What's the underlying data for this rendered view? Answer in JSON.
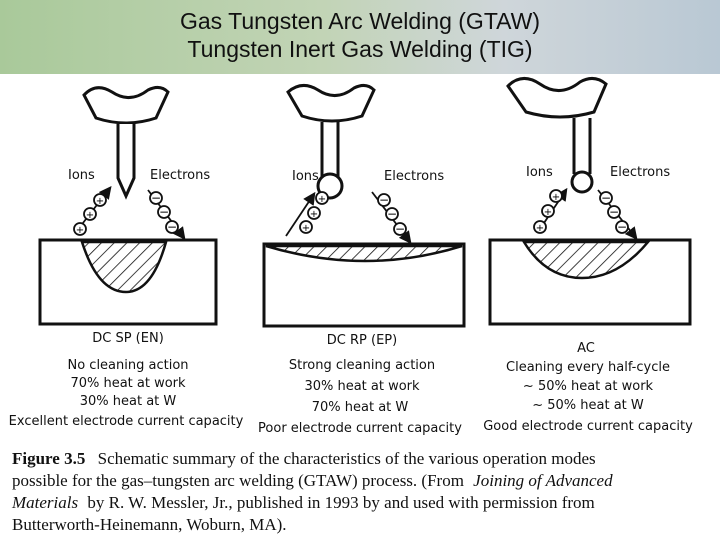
{
  "header": {
    "title_line1": "Gas Tungsten Arc Welding (GTAW)",
    "title_line2": "Tungsten Inert Gas Welding (TIG)"
  },
  "panels": [
    {
      "ions_label": "Ions",
      "electrons_label": "Electrons",
      "mode_label": "DC SP (EN)",
      "lines": [
        "No cleaning action",
        "70% heat at work",
        "30% heat at W",
        "Excellent electrode current capacity"
      ]
    },
    {
      "ions_label": "Ions",
      "electrons_label": "Electrons",
      "mode_label": "DC RP (EP)",
      "lines": [
        "Strong cleaning action",
        "30% heat at work",
        "70% heat at W",
        "Poor electrode current capacity"
      ]
    },
    {
      "ions_label": "Ions",
      "electrons_label": "Electrons",
      "mode_label": "AC",
      "lines": [
        "Cleaning every half-cycle",
        "~ 50% heat at work",
        "~ 50% heat at W",
        "Good electrode current capacity"
      ]
    }
  ],
  "caption": {
    "label": "Figure 3.5",
    "line1": "Schematic summary of the characteristics of the various operation modes",
    "line2": "possible for the gas–tungsten arc welding (GTAW) process. (From",
    "line2_italic": "Joining of Advanced",
    "line3_italic": "Materials",
    "line3": "by R. W. Messler, Jr., published in 1993 by and used with permission from",
    "line4": "Butterworth-Heinemann, Woburn, MA)."
  }
}
